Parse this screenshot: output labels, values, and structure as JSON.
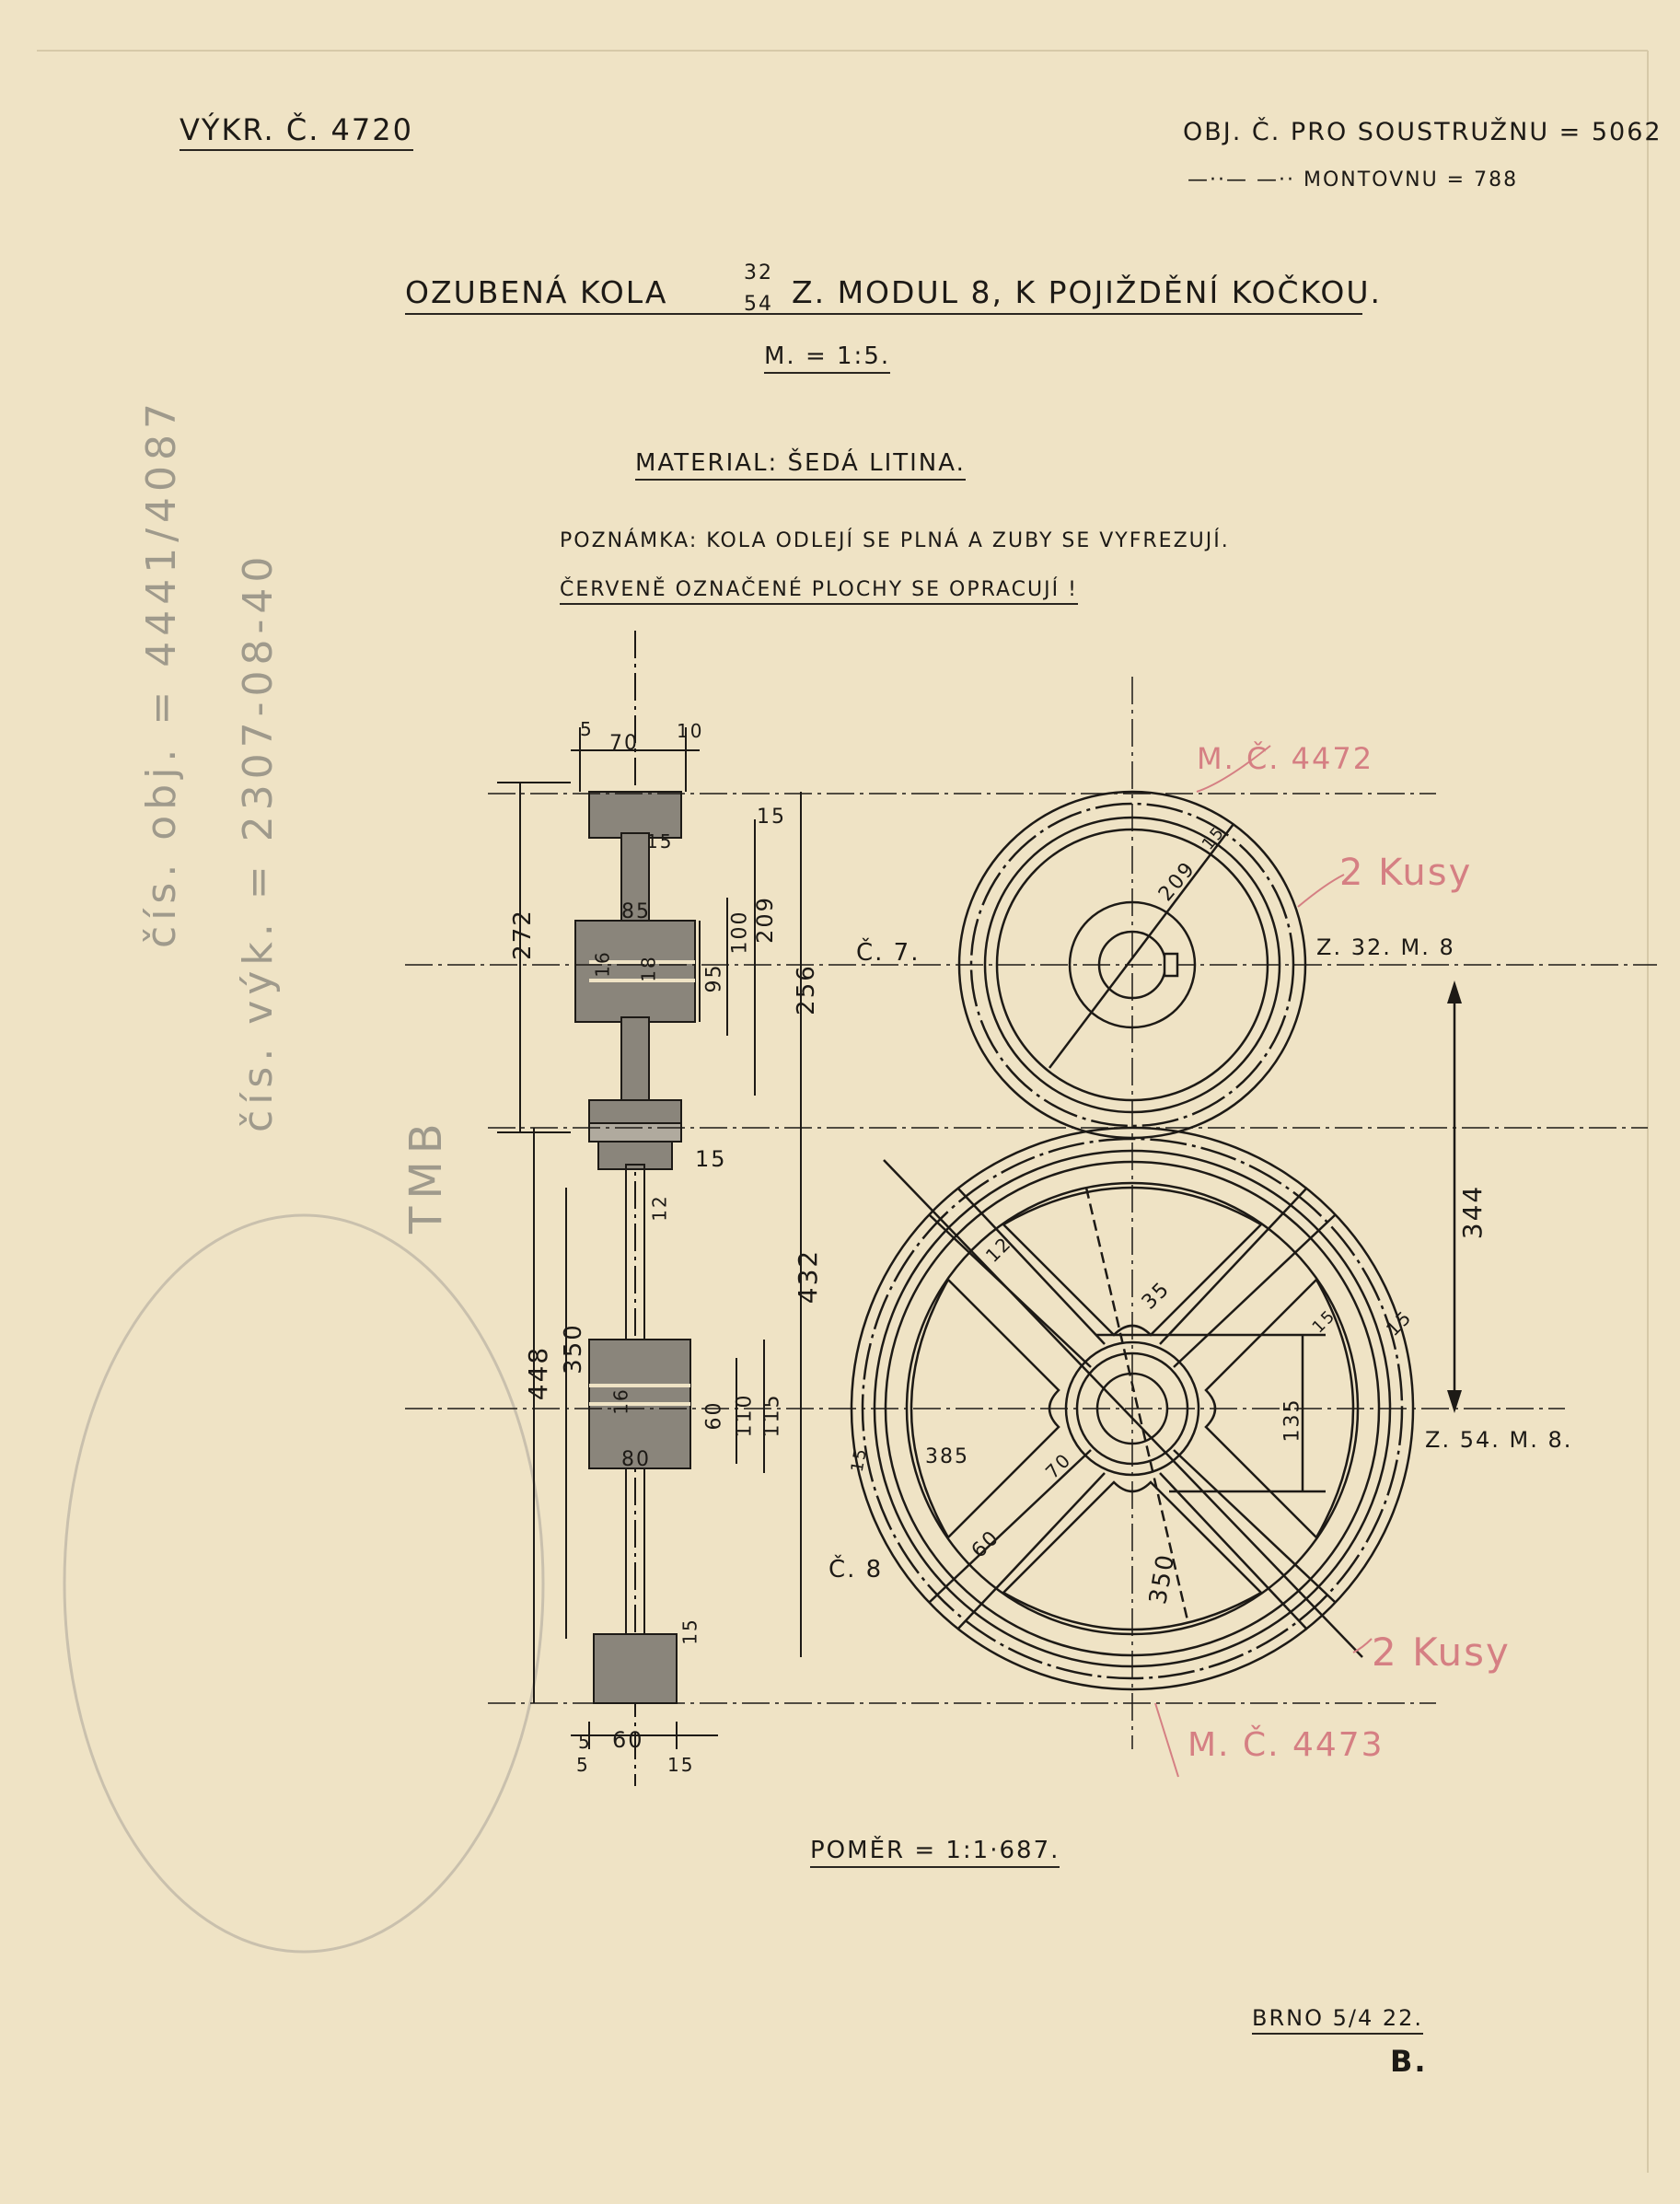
{
  "header": {
    "drawing_no": "VÝKR. Č. 4720",
    "order_line1": "OBJ. Č. PRO SOUSTRUŽNU = 5062",
    "order_line2_prefix": "—··— —·· MONTOVNU = 788"
  },
  "title": {
    "main": "OZUBENÁ KOLA",
    "frac_top": "32",
    "frac_bottom": "54",
    "rest": "Z. MODUL 8, K POJIŽDĚNÍ KOČKOU.",
    "scale": "M. = 1:5.",
    "material": "MATERIAL: ŠEDÁ LITINA.",
    "note1": "POZNÁMKA: KOLA ODLEJÍ SE PLNÁ A ZUBY SE VYFREZUJÍ.",
    "note2": "ČERVENĚ OZNAČENÉ PLOCHY SE OPRACUJÍ !"
  },
  "pencil_notes": {
    "line1": "čís. obj. = 4441/4087",
    "line2": "čís. výk. = 2307-08-40",
    "line3": "TMB"
  },
  "red_notes": {
    "small_gear_ref": "M. Č. 4472",
    "small_gear_qty": "2 Kusy",
    "large_gear_qty": "2 Kusy",
    "large_gear_ref": "M. Č. 4473"
  },
  "section_dims": {
    "top_5": "5",
    "top_70": "70",
    "top_10": "10",
    "d15_a": "15",
    "d15_b": "15",
    "d85": "85",
    "d100": "100",
    "d209": "209",
    "d95": "95",
    "d272": "272",
    "d256": "256",
    "d16": "16",
    "d18": "18",
    "d15_c": "15",
    "d12": "12",
    "d448": "448",
    "d350": "350",
    "d432": "432",
    "d16b": "16",
    "d60": "60",
    "d110": "110",
    "d115": "115",
    "d80": "80",
    "d15_d": "15",
    "bot_5": "5",
    "bot_60": "60",
    "bot_5b": "5",
    "bot_15": "15"
  },
  "gear_labels": {
    "c7": "Č. 7.",
    "c8": "Č. 8",
    "small_spec": "Z. 32. M. 8",
    "large_spec": "Z. 54. M. 8.",
    "center_dist": "344",
    "small_d209": "209",
    "small_d15": "15",
    "d12": "12",
    "d35": "35",
    "d15a": "15",
    "d15b": "15",
    "d135": "135",
    "d385": "385",
    "d70": "70",
    "d60": "60",
    "d350": "350",
    "d15c": "15"
  },
  "footer": {
    "ratio": "POMĚR = 1:1·687.",
    "place_date": "BRNO 5/4 22.",
    "signature": "B."
  },
  "colors": {
    "paper": "#efe3c5",
    "ink": "#1d1a16",
    "red_pencil": "#d57f83",
    "graphite": "#9f9a8c",
    "section_fill": "#8a857b"
  }
}
